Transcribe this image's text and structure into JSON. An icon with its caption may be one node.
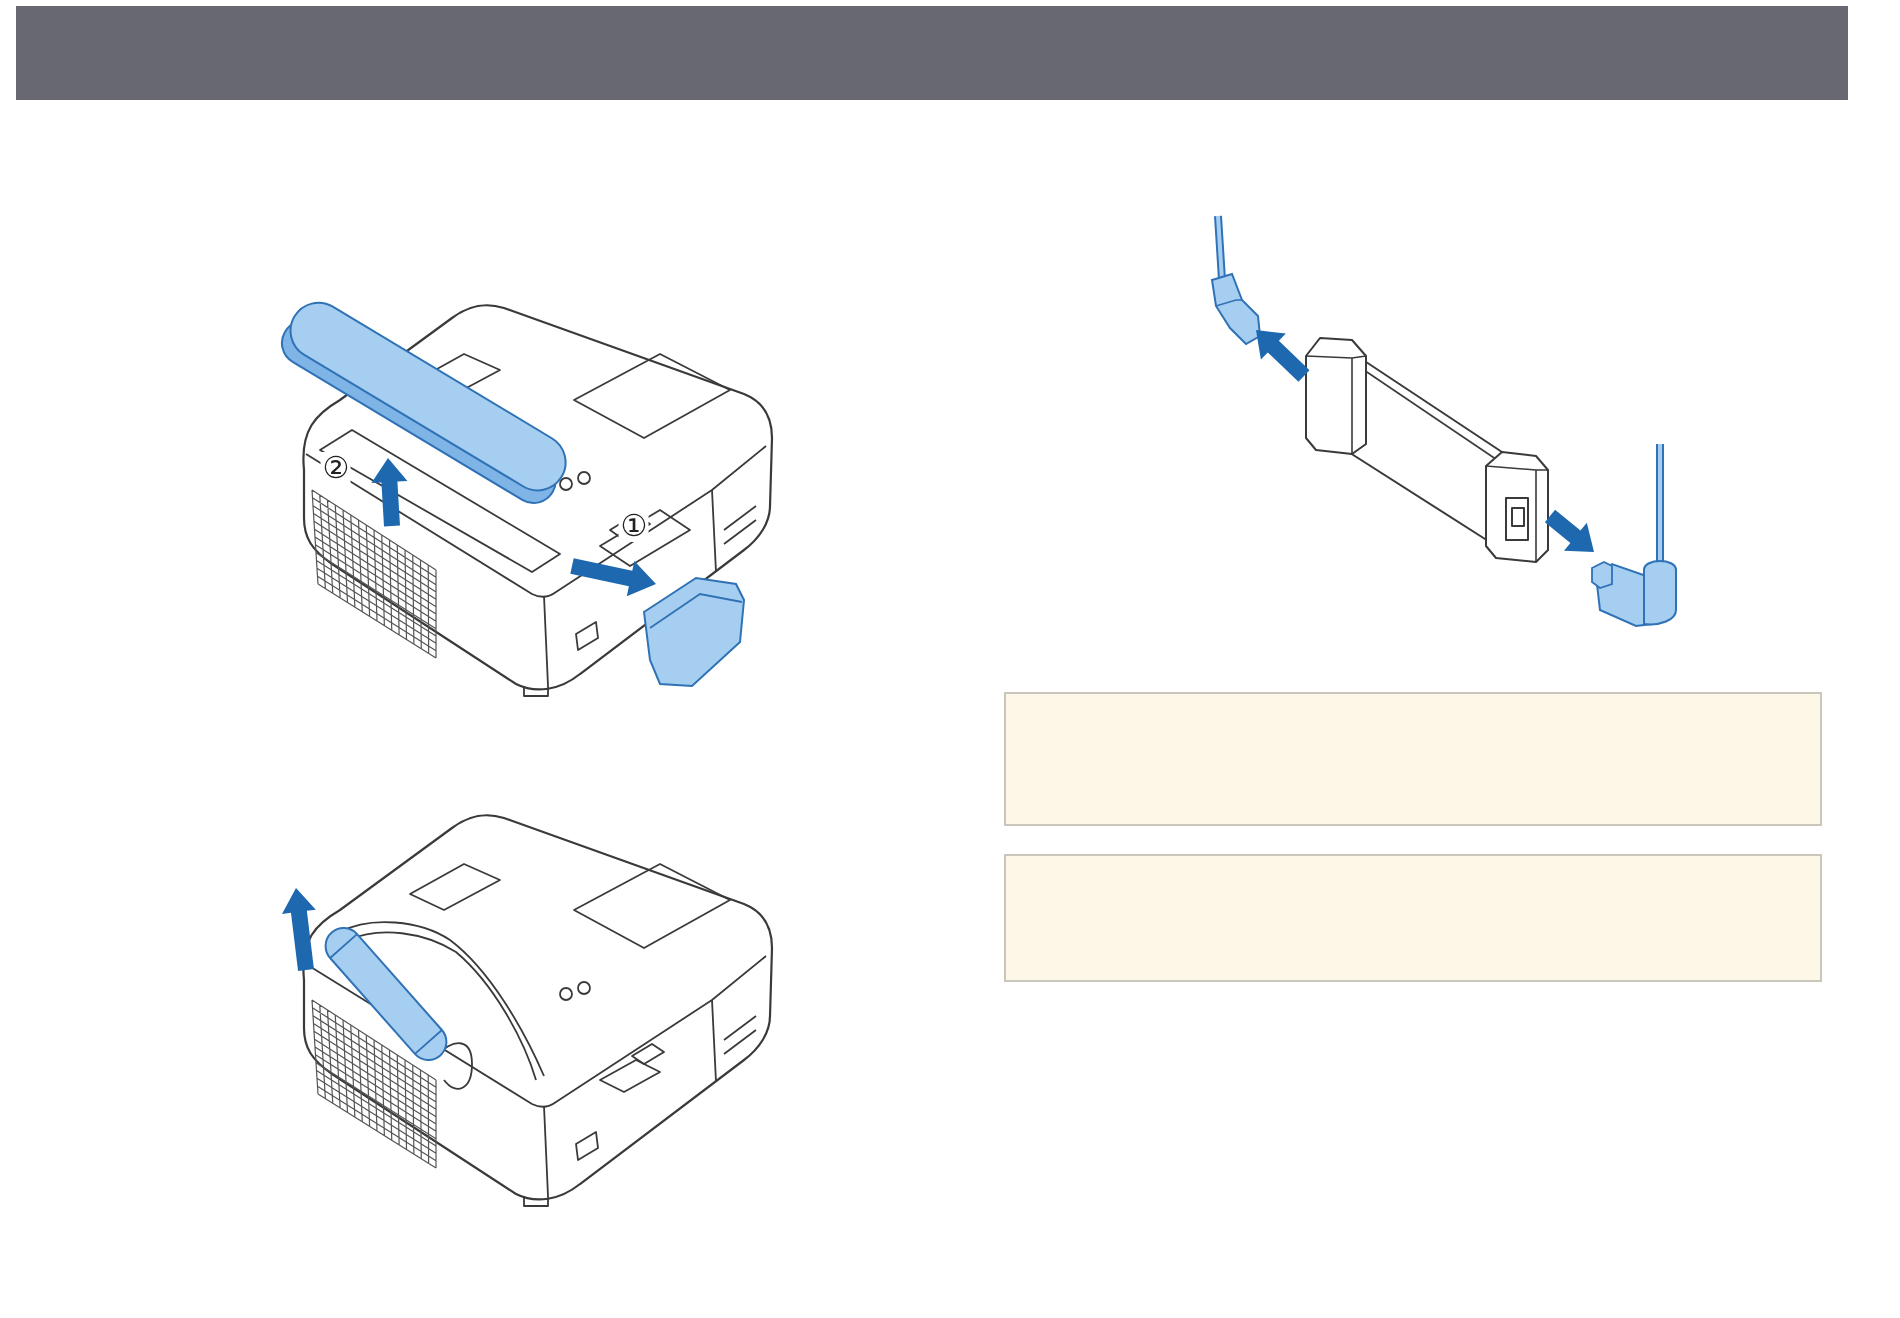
{
  "diagram": {
    "nodes": [
      {
        "text": [],
        "shape": "bar"
      },
      {
        "text": [],
        "shape": "box"
      },
      {
        "text": [],
        "shape": "box"
      }
    ],
    "labels": [
      "②",
      "①"
    ]
  }
}
